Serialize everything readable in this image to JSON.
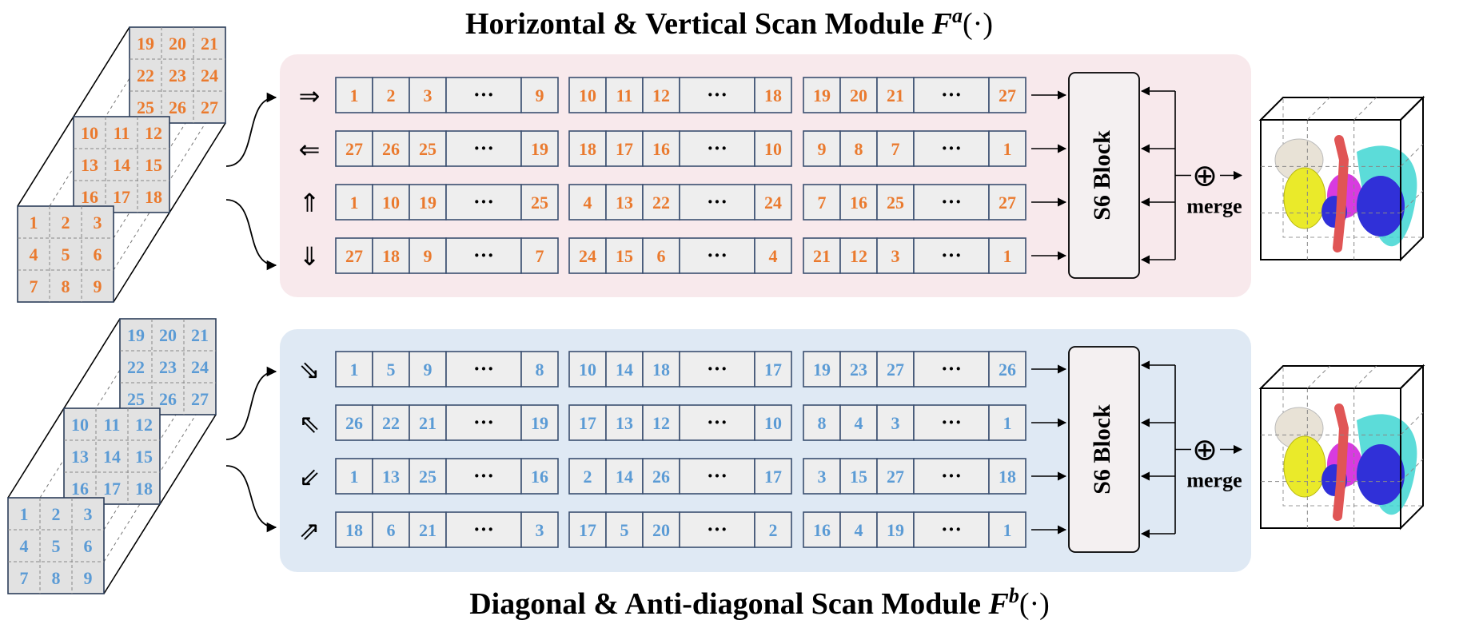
{
  "title_a": {
    "text": "Horizontal & Vertical Scan Module ",
    "func": "F",
    "sup": "a",
    "arg": "(·)"
  },
  "title_b": {
    "text": "Diagonal & Anti-diagonal Scan Module ",
    "func": "F",
    "sup": "b",
    "arg": "(·)"
  },
  "colors": {
    "orange": "#ea7a2e",
    "blue": "#5b9bd5",
    "panel_a": "#f8e9ec",
    "panel_b": "#dfe9f4",
    "cell_fill": "#eeeeee",
    "cell_border": "#3a4f70",
    "cube_face": "#e2e2e2"
  },
  "volume_grid": [
    [
      [
        "1",
        "2",
        "3"
      ],
      [
        "4",
        "5",
        "6"
      ],
      [
        "7",
        "8",
        "9"
      ]
    ],
    [
      [
        "10",
        "11",
        "12"
      ],
      [
        "13",
        "14",
        "15"
      ],
      [
        "16",
        "17",
        "18"
      ]
    ],
    [
      [
        "19",
        "20",
        "21"
      ],
      [
        "22",
        "23",
        "24"
      ],
      [
        "25",
        "26",
        "27"
      ]
    ]
  ],
  "modules": [
    {
      "key": "a",
      "color_key": "orange",
      "block_label": "S6 Block",
      "merge_symbol": "⊕",
      "merge_label": "merge",
      "rows": [
        {
          "arrow": "⇒",
          "arrow_name": "right-double-arrow-icon",
          "groups": [
            [
              "1",
              "2",
              "3",
              "···",
              "9"
            ],
            [
              "10",
              "11",
              "12",
              "···",
              "18"
            ],
            [
              "19",
              "20",
              "21",
              "···",
              "27"
            ]
          ]
        },
        {
          "arrow": "⇐",
          "arrow_name": "left-double-arrow-icon",
          "groups": [
            [
              "27",
              "26",
              "25",
              "···",
              "19"
            ],
            [
              "18",
              "17",
              "16",
              "···",
              "10"
            ],
            [
              "9",
              "8",
              "7",
              "···",
              "1"
            ]
          ]
        },
        {
          "arrow": "⇑",
          "arrow_name": "up-double-arrow-icon",
          "groups": [
            [
              "1",
              "10",
              "19",
              "···",
              "25"
            ],
            [
              "4",
              "13",
              "22",
              "···",
              "24"
            ],
            [
              "7",
              "16",
              "25",
              "···",
              "27"
            ]
          ]
        },
        {
          "arrow": "⇓",
          "arrow_name": "down-double-arrow-icon",
          "groups": [
            [
              "27",
              "18",
              "9",
              "···",
              "7"
            ],
            [
              "24",
              "15",
              "6",
              "···",
              "4"
            ],
            [
              "21",
              "12",
              "3",
              "···",
              "1"
            ]
          ]
        }
      ]
    },
    {
      "key": "b",
      "color_key": "blue",
      "block_label": "S6 Block",
      "merge_symbol": "⊕",
      "merge_label": "merge",
      "rows": [
        {
          "arrow": "⇘",
          "arrow_name": "down-right-double-arrow-icon",
          "groups": [
            [
              "1",
              "5",
              "9",
              "···",
              "8"
            ],
            [
              "10",
              "14",
              "18",
              "···",
              "17"
            ],
            [
              "19",
              "23",
              "27",
              "···",
              "26"
            ]
          ]
        },
        {
          "arrow": "⇖",
          "arrow_name": "up-left-double-arrow-icon",
          "groups": [
            [
              "26",
              "22",
              "21",
              "···",
              "19"
            ],
            [
              "17",
              "13",
              "12",
              "···",
              "10"
            ],
            [
              "8",
              "4",
              "3",
              "···",
              "1"
            ]
          ]
        },
        {
          "arrow": "⇙",
          "arrow_name": "down-left-double-arrow-icon",
          "groups": [
            [
              "1",
              "13",
              "25",
              "···",
              "16"
            ],
            [
              "2",
              "14",
              "26",
              "···",
              "17"
            ],
            [
              "3",
              "15",
              "27",
              "···",
              "18"
            ]
          ]
        },
        {
          "arrow": "⇗",
          "arrow_name": "up-right-double-arrow-icon",
          "groups": [
            [
              "18",
              "6",
              "21",
              "···",
              "3"
            ],
            [
              "17",
              "5",
              "20",
              "···",
              "2"
            ],
            [
              "16",
              "4",
              "19",
              "···",
              "1"
            ]
          ]
        }
      ]
    }
  ]
}
